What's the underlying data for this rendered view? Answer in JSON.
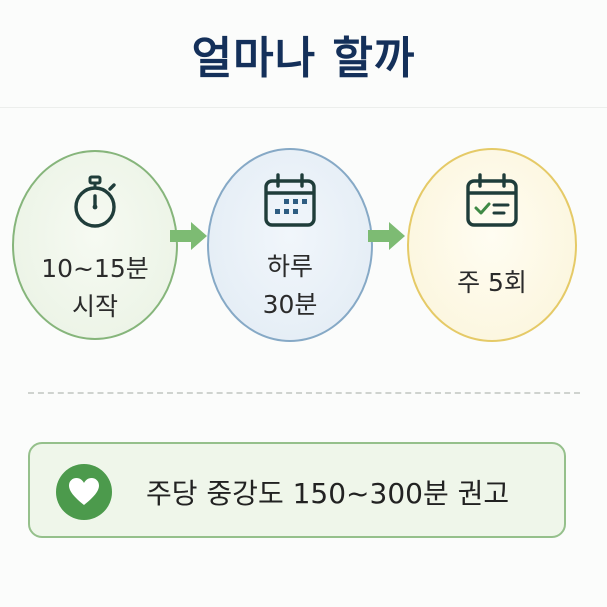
{
  "title": "얼마나 할까",
  "steps": [
    {
      "icon": "stopwatch-icon",
      "line1": "10~15분",
      "line2": "시작",
      "accent": "#86b57b"
    },
    {
      "icon": "calendar-icon",
      "line1": "하루",
      "line2": "30분",
      "accent": "#86a9c6"
    },
    {
      "icon": "calendar-check-icon",
      "line1": "주 5회",
      "accent": "#e5ca67"
    }
  ],
  "recommendation": {
    "icon": "heart-icon",
    "text": "주당 중강도 150~300분 권고",
    "accent": "#4c9a4c"
  },
  "colors": {
    "title": "#14305a",
    "arrow": "#7dbb73",
    "icon_stroke": "#1f3d3a"
  }
}
